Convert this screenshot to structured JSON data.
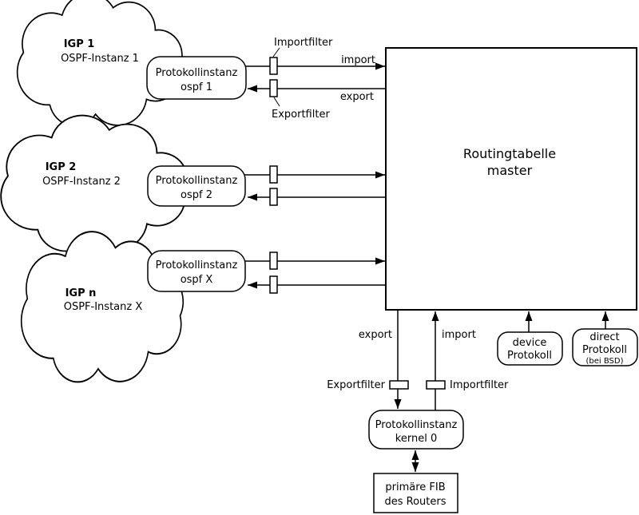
{
  "diagram": {
    "clouds": [
      {
        "title": "IGP 1",
        "subtitle": "OSPF-Instanz 1"
      },
      {
        "title": "IGP 2",
        "subtitle": "OSPF-Instanz 2"
      },
      {
        "title": "IGP n",
        "subtitle": "OSPF-Instanz X"
      }
    ],
    "protocol_boxes": [
      {
        "line1": "Protokollinstanz",
        "line2": "ospf 1"
      },
      {
        "line1": "Protokollinstanz",
        "line2": "ospf 2"
      },
      {
        "line1": "Protokollinstanz",
        "line2": "ospf X"
      },
      {
        "line1": "Protokollinstanz",
        "line2": "kernel 0"
      }
    ],
    "master_box": {
      "line1": "Routingtabelle",
      "line2": "master"
    },
    "device_box": {
      "line1": "device",
      "line2": "Protokoll"
    },
    "direct_box": {
      "line1": "direct",
      "line2": "Protokoll",
      "note": "(bei BSD)"
    },
    "fib_box": {
      "line1": "primäre FIB",
      "line2": "des Routers"
    },
    "top_labels": {
      "importfilter": "Importfilter",
      "exportfilter": "Exportfilter",
      "import": "import",
      "export": "export"
    },
    "bottom_labels": {
      "export": "export",
      "import": "import",
      "exportfilter": "Exportfilter",
      "importfilter": "Importfilter"
    },
    "colors": {
      "stroke": "#000000",
      "background": "#ffffff"
    }
  }
}
